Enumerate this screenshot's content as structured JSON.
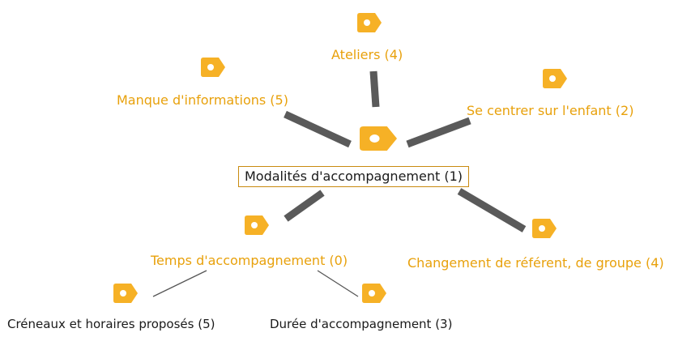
{
  "center": {
    "label": "Modalités d'accompagnement (1)"
  },
  "nodes": {
    "ateliers": {
      "label": "Ateliers (4)"
    },
    "manque": {
      "label": "Manque d'informations (5)"
    },
    "centrer": {
      "label": "Se centrer sur l'enfant (2)"
    },
    "temps": {
      "label": "Temps d'accompagnement (0)"
    },
    "changement": {
      "label": "Changement de référent, de groupe (4)"
    },
    "creneaux": {
      "label": "Créneaux et horaires proposés (5)"
    },
    "duree": {
      "label": "Durée d'accompagnement (3)"
    }
  },
  "colors": {
    "tag": "#f6b126",
    "label": "#e8a10c",
    "edge": "#5a5a5a",
    "box_border": "#c98a10"
  }
}
